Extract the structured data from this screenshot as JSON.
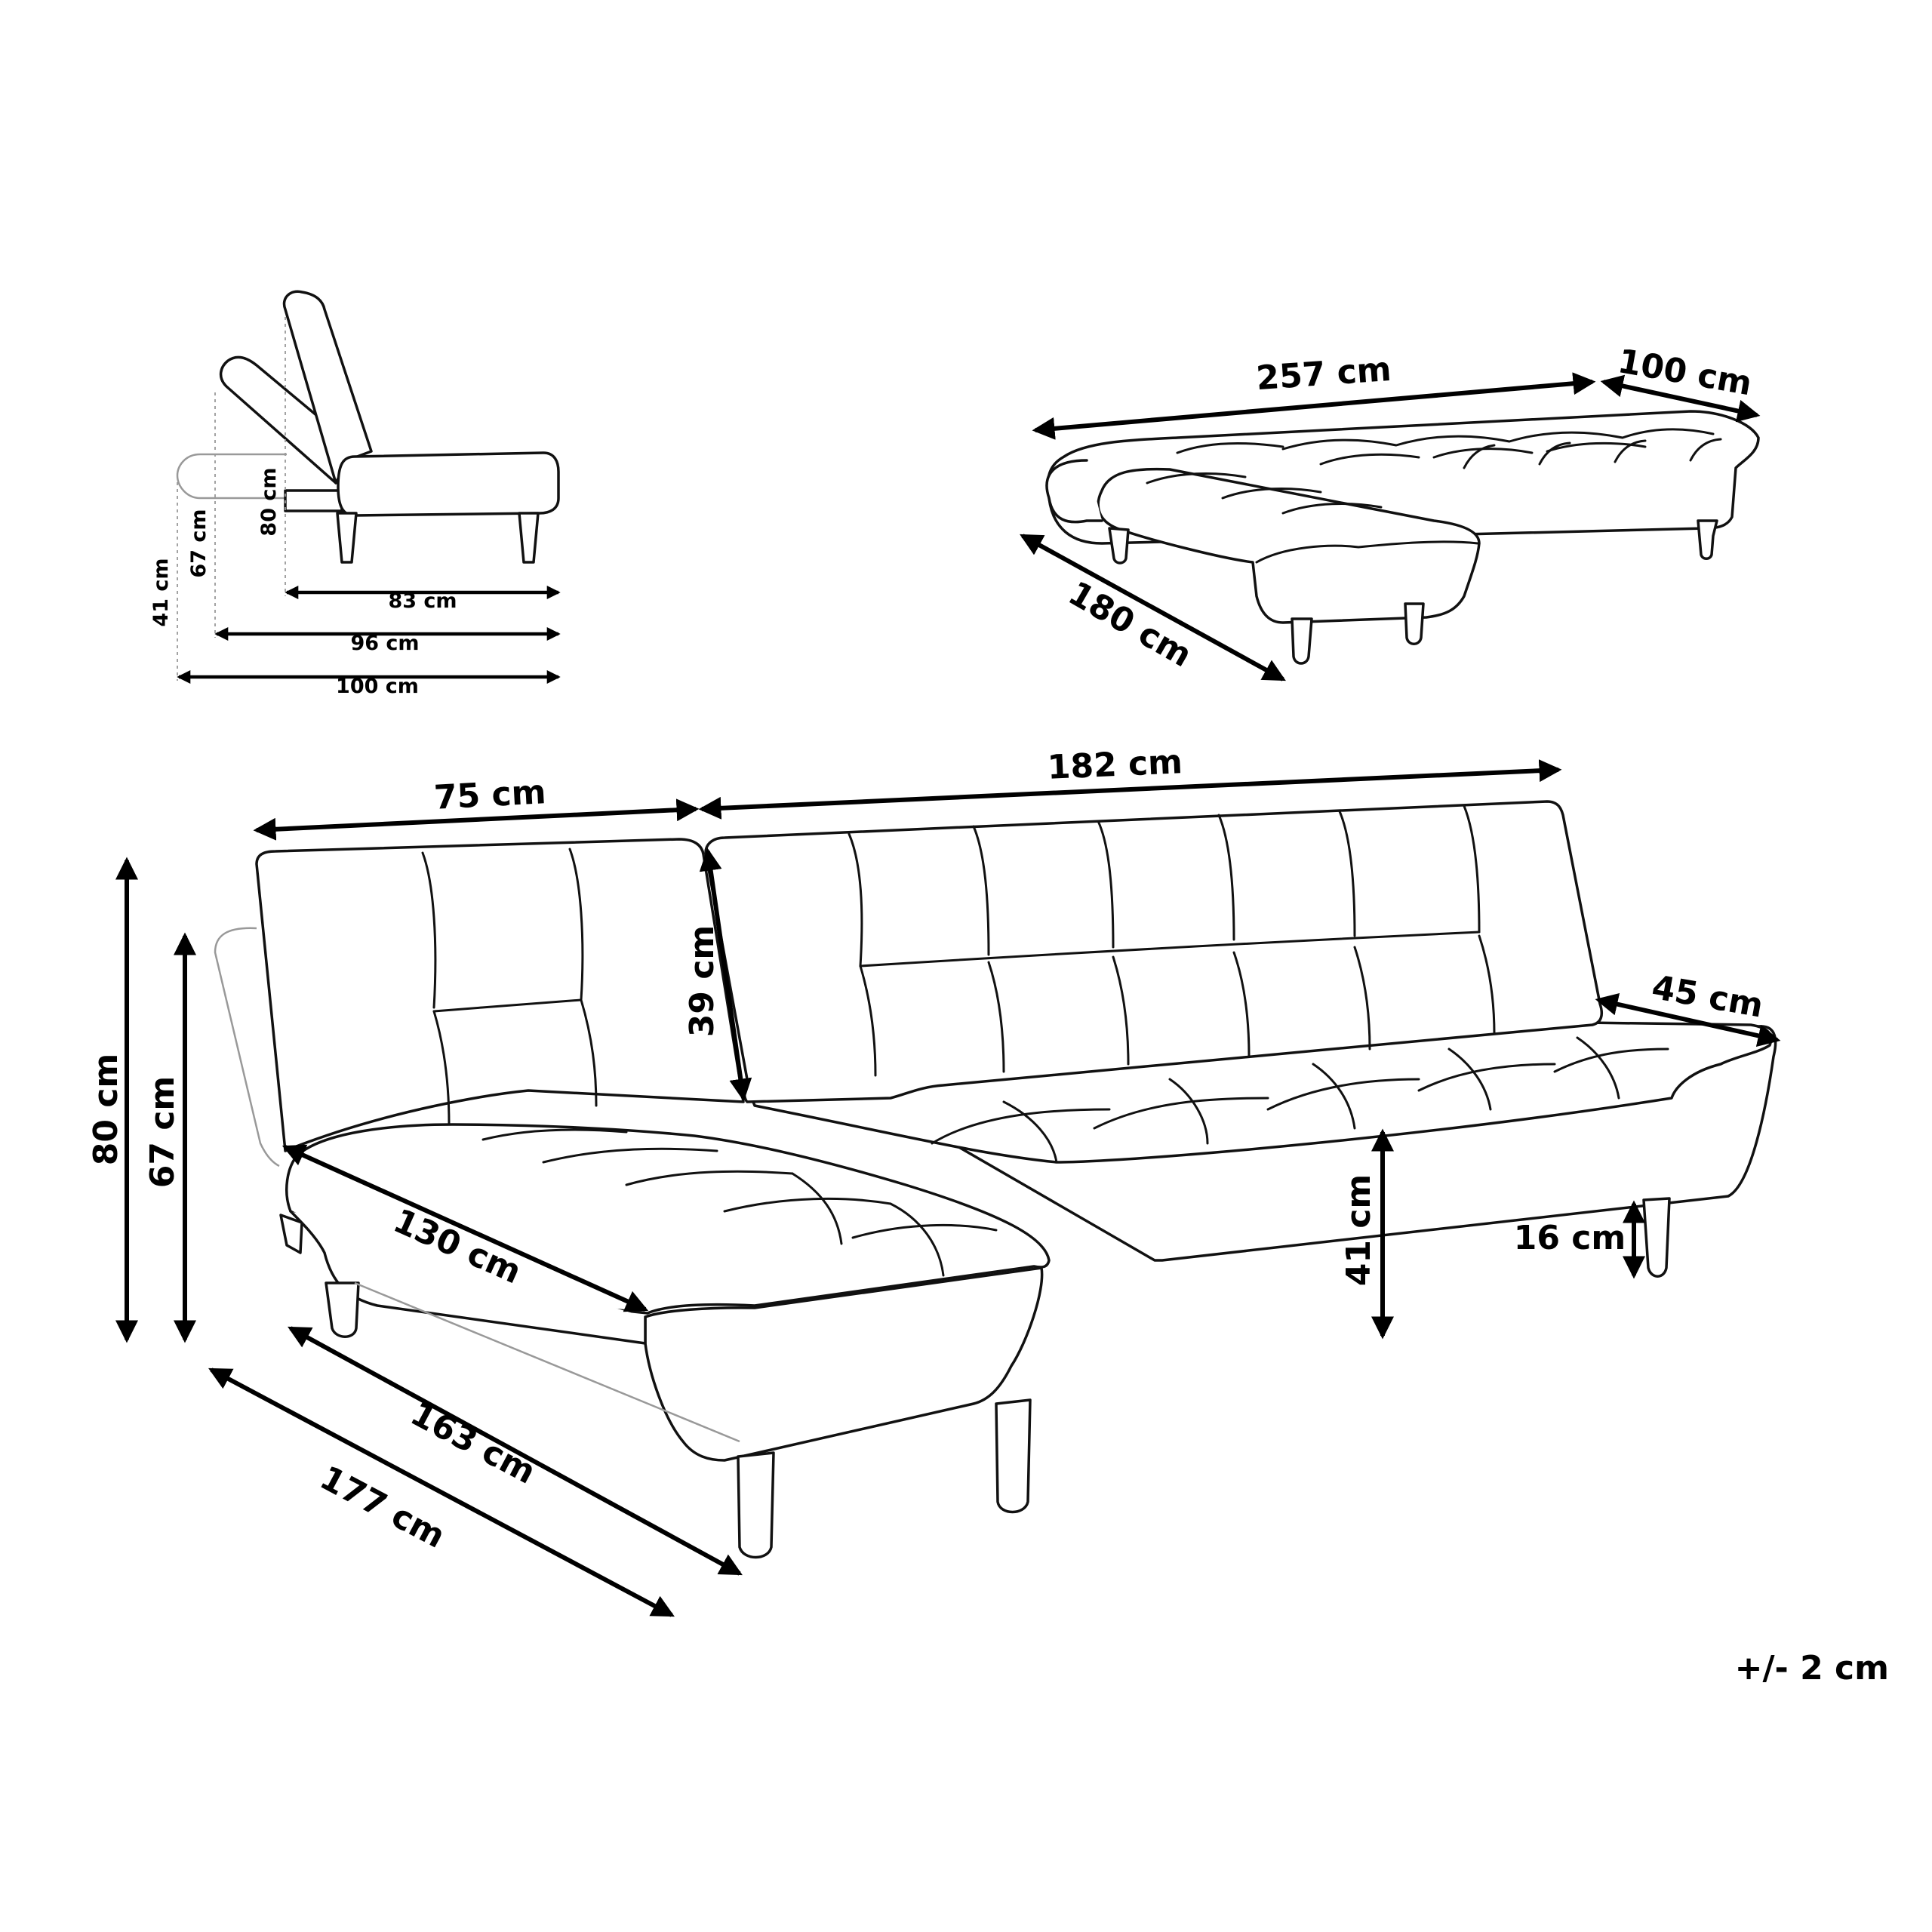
{
  "side_view": {
    "height_back": "80 cm",
    "height_recline": "67 cm",
    "height_seat": "41 cm",
    "depth_seat": "83 cm",
    "depth_recline": "96 cm",
    "depth_total": "100 cm"
  },
  "bed_view": {
    "length": "257  cm",
    "width": "100 cm",
    "chaise_length": "180 cm"
  },
  "main_view": {
    "chaise_width": "75 cm",
    "sofa_width": "182 cm",
    "back_height": "39 cm",
    "arm_depth": "45 cm",
    "seat_height": "41 cm",
    "leg_height": "16 cm",
    "total_height": "80 cm",
    "recline_height": "67 cm",
    "chaise_seat_length": "130 cm",
    "chaise_length": "163 cm",
    "chaise_total_length": "177 cm"
  },
  "tolerance": "+/- 2 cm"
}
